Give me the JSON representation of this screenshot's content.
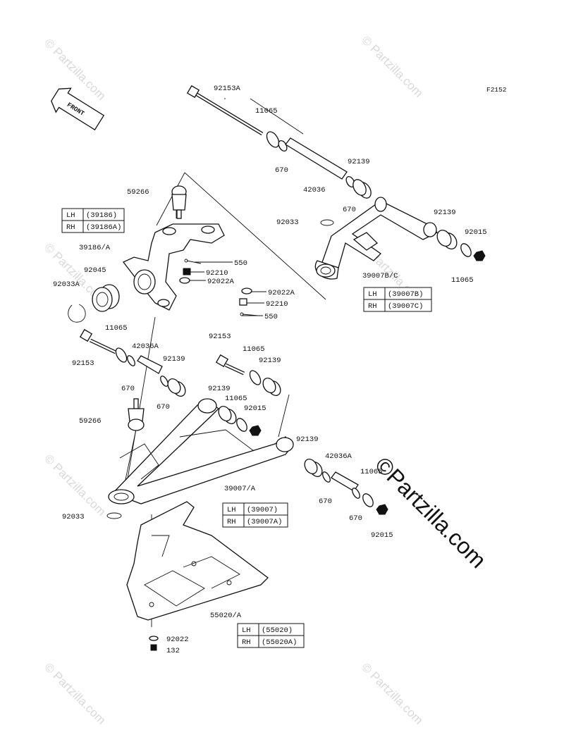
{
  "figure_code": "F2152",
  "front_label": "FRONT",
  "watermark": "© Partzilla.com",
  "brand_text": "©Partzilla.com",
  "labels": {
    "l_92153A": "92153A",
    "l_11065_top": "11065",
    "l_670_top": "670",
    "l_42036": "42036",
    "l_92139_a": "92139",
    "l_670_b": "670",
    "l_92139_b": "92139",
    "l_92015_a": "92015",
    "l_11065_b": "11065",
    "l_92033_top": "92033",
    "l_39007BC": "39007B/C",
    "l_59266_top": "59266",
    "l_39186A": "39186/A",
    "l_550_a": "550",
    "l_92210_a": "92210",
    "l_92022A_a": "92022A",
    "l_92022A_b": "92022A",
    "l_92210_b": "92210",
    "l_550_b": "550",
    "l_92045": "92045",
    "l_92033A": "92033A",
    "l_11065_c": "11065",
    "l_42036A_a": "42036A",
    "l_92153_a": "92153",
    "l_92153_b": "92153",
    "l_11065_d": "11065",
    "l_92139_c": "92139",
    "l_92139_d": "92139",
    "l_670_c": "670",
    "l_670_d": "670",
    "l_92139_e": "92139",
    "l_11065_e": "11065",
    "l_92015_b": "92015",
    "l_59266_b": "59266",
    "l_92139_f": "92139",
    "l_42036A_b": "42036A",
    "l_11065_f": "11065",
    "l_670_e": "670",
    "l_670_f": "670",
    "l_92015_c": "92015",
    "l_39007A": "39007/A",
    "l_92033_b": "92033",
    "l_55020A": "55020/A",
    "l_92022": "92022",
    "l_132": "132"
  },
  "tables": {
    "knuckle": {
      "lh": "LH",
      "lh_part": "(39186)",
      "rh": "RH",
      "rh_part": "(39186A)"
    },
    "upper_arm": {
      "lh": "LH",
      "lh_part": "(39007B)",
      "rh": "RH",
      "rh_part": "(39007C)"
    },
    "lower_arm": {
      "lh": "LH",
      "lh_part": "(39007)",
      "rh": "RH",
      "rh_part": "(39007A)"
    },
    "guard": {
      "lh": "LH",
      "lh_part": "(55020)",
      "rh": "RH",
      "rh_part": "(55020A)"
    }
  }
}
